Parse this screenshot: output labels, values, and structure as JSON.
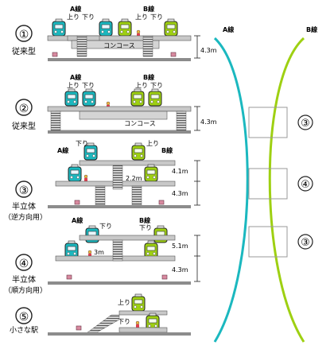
{
  "line_a": "A線",
  "line_b": "B線",
  "up": "上り",
  "down": "下り",
  "concourse": "コンコース",
  "dimensions": {
    "d1": "4.3m",
    "d2": "4.3m",
    "d3_upper": "4.1m",
    "d3_lower": "4.3m",
    "d3_gap": "2.2m",
    "d4_upper": "5.1m",
    "d4_lower": "4.3m",
    "d4_gap": "3m"
  },
  "sections": [
    {
      "number": "①",
      "label": "従来型",
      "sub": ""
    },
    {
      "number": "②",
      "label": "従来型",
      "sub": ""
    },
    {
      "number": "③",
      "label": "半立体",
      "sub": "（逆方向用）"
    },
    {
      "number": "④",
      "label": "半立体",
      "sub": "（順方向用）"
    },
    {
      "number": "⑤",
      "label": "小さな駅",
      "sub": ""
    }
  ],
  "map_markers": [
    "③",
    "④",
    "③"
  ],
  "colors": {
    "line_a": "#1bb8bf",
    "line_b": "#9ed012",
    "structure": "#c8c8c8",
    "ground": "#8c8c8c"
  }
}
